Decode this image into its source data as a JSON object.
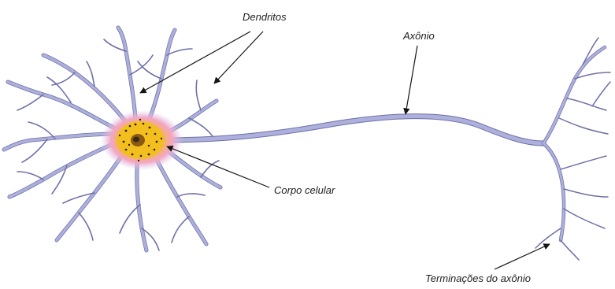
{
  "labels": {
    "dendrites": "Dendritos",
    "axon": "Axônio",
    "cell_body": "Corpo celular",
    "axon_terminals": "Terminações do axônio"
  },
  "colors": {
    "membrane": "#aeb0dc",
    "outline": "#6e70a8",
    "cytoplasm_glow": "#f3a6c4",
    "nucleus_area": "#f4c21a",
    "nucleolus": "#3a2a1a"
  }
}
